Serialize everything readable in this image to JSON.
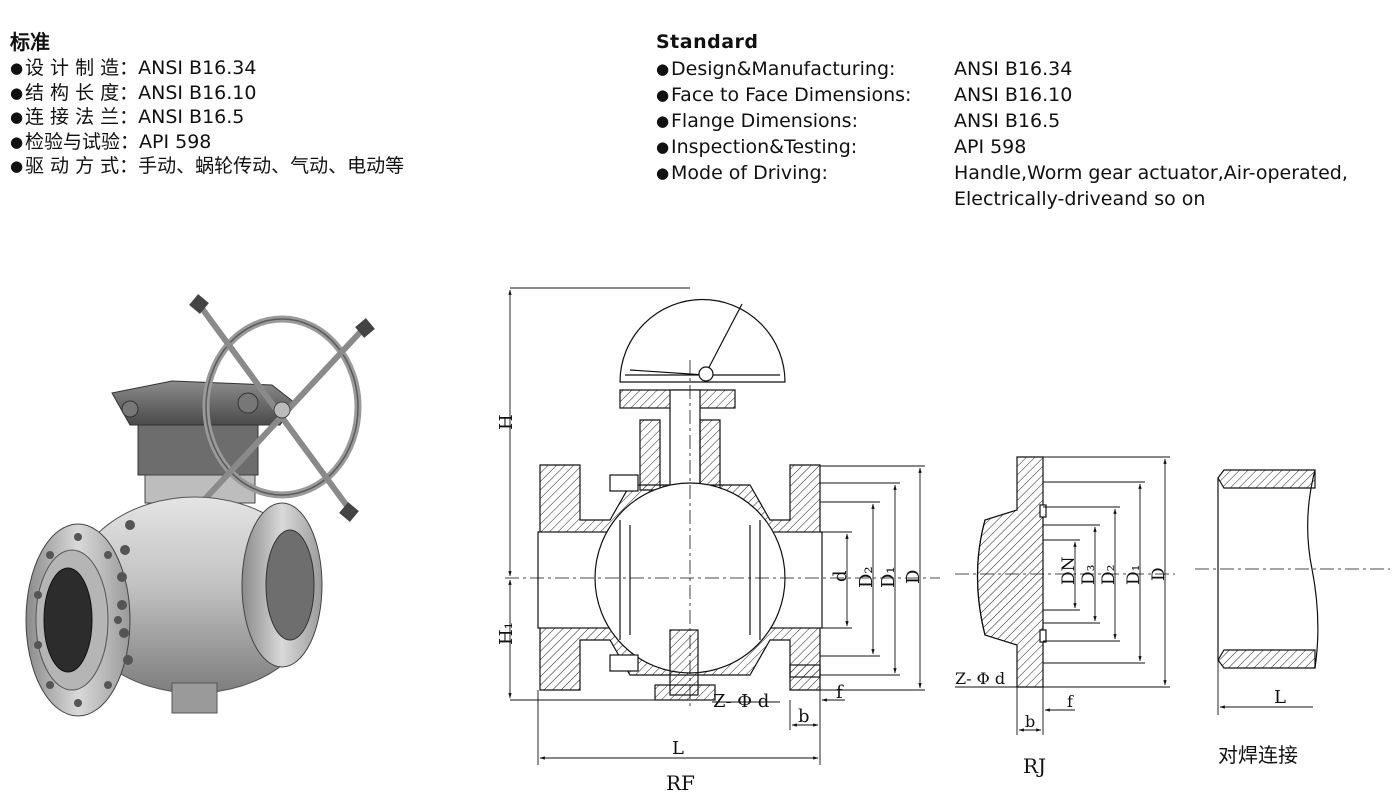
{
  "spec_cn": {
    "heading": "标准",
    "bullet": "●",
    "items": [
      {
        "label": "设 计 制 造：",
        "value": "ANSI B16.34"
      },
      {
        "label": "结 构 长 度：",
        "value": "ANSI B16.10"
      },
      {
        "label": "连 接 法 兰：",
        "value": "ANSI B16.5"
      },
      {
        "label": "检验与试验：",
        "value": "API 598"
      },
      {
        "label": "驱 动 方 式：",
        "value": "手动、蜗轮传动、气动、电动等"
      }
    ]
  },
  "spec_en": {
    "heading": "Standard",
    "bullet": "●",
    "items": [
      {
        "label": "Design&Manufacturing:",
        "value": "ANSI B16.34"
      },
      {
        "label": "Face to Face Dimensions:",
        "value": "ANSI B16.10"
      },
      {
        "label": "Flange Dimensions:",
        "value": "ANSI B16.5"
      },
      {
        "label": "Inspection&Testing:",
        "value": "API 598"
      },
      {
        "label": "Mode of Driving:",
        "value_line1": "Handle,Worm gear actuator,Air-operated,",
        "value_line2": "Electrically-driveand so on"
      }
    ]
  },
  "drawing": {
    "dim_H": "H",
    "dim_H1": "H₁",
    "dim_d": "d",
    "dim_D2": "D₂",
    "dim_D1": "D₁",
    "dim_D": "D",
    "dim_Z": "Z- Φ d",
    "dim_b": "b",
    "dim_f": "f",
    "dim_L": "L",
    "caption_rf": "RF",
    "rj_DN": "DN",
    "rj_D3": "D₃",
    "rj_D2": "D₂",
    "rj_D1": "D₁",
    "rj_D": "D",
    "rj_Z": "Z- Φ d",
    "rj_b": "b",
    "rj_f": "f",
    "caption_rj": "RJ",
    "weld_L": "L",
    "caption_weld": "对焊连接"
  }
}
